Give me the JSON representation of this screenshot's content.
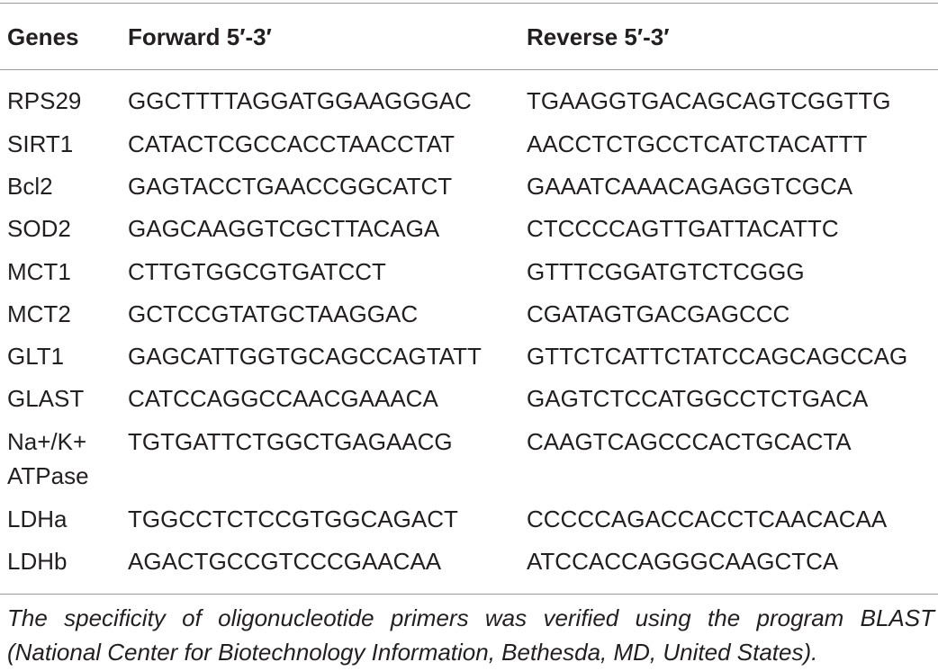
{
  "table": {
    "headers": [
      "Genes",
      "Forward 5′-3′",
      "Reverse 5′-3′"
    ],
    "rows": [
      {
        "gene": "RPS29",
        "gene_line2": "",
        "forward": "GGCTTTTAGGATGGAAGGGAC",
        "reverse": "TGAAGGTGACAGCAGTCGGTTG"
      },
      {
        "gene": "SIRT1",
        "gene_line2": "",
        "forward": "CATACTCGCCACCTAACCTAT",
        "reverse": "AACCTCTGCCTCATCTACATTT"
      },
      {
        "gene": "Bcl2",
        "gene_line2": "",
        "forward": "GAGTACCTGAACCGGCATCT",
        "reverse": "GAAATCAAACAGAGGTCGCA"
      },
      {
        "gene": "SOD2",
        "gene_line2": "",
        "forward": "GAGCAAGGTCGCTTACAGA",
        "reverse": "CTCCCCAGTTGATTACATTC"
      },
      {
        "gene": "MCT1",
        "gene_line2": "",
        "forward": "CTTGTGGCGTGATCCT",
        "reverse": "GTTTCGGATGTCTCGGG"
      },
      {
        "gene": "MCT2",
        "gene_line2": "",
        "forward": "GCTCCGTATGCTAAGGAC",
        "reverse": "CGATAGTGACGAGCCC"
      },
      {
        "gene": "GLT1",
        "gene_line2": "",
        "forward": "GAGCATTGGTGCAGCCAGTATT",
        "reverse": "GTTCTCATTCTATCCAGCAGCCAG"
      },
      {
        "gene": "GLAST",
        "gene_line2": "",
        "forward": "CATCCAGGCCAACGAAACA",
        "reverse": "GAGTCTCCATGGCCTCTGACA"
      },
      {
        "gene": "Na+/K+",
        "gene_line2": "ATPase",
        "forward": "TGTGATTCTGGCTGAGAACG",
        "reverse": "CAAGTCAGCCCACTGCACTA"
      },
      {
        "gene": "LDHa",
        "gene_line2": "",
        "forward": "TGGCCTCTCCGTGGCAGACT",
        "reverse": "CCCCCAGACCACCTCAACACAA"
      },
      {
        "gene": "LDHb",
        "gene_line2": "",
        "forward": "AGACTGCCGTCCCGAACAA",
        "reverse": "ATCCACCAGGGCAAGCTCA"
      }
    ]
  },
  "footnote": "The specificity of oligonucleotide primers was verified using the program BLAST (National Center for Biotechnology Information, Bethesda, MD, United States)."
}
